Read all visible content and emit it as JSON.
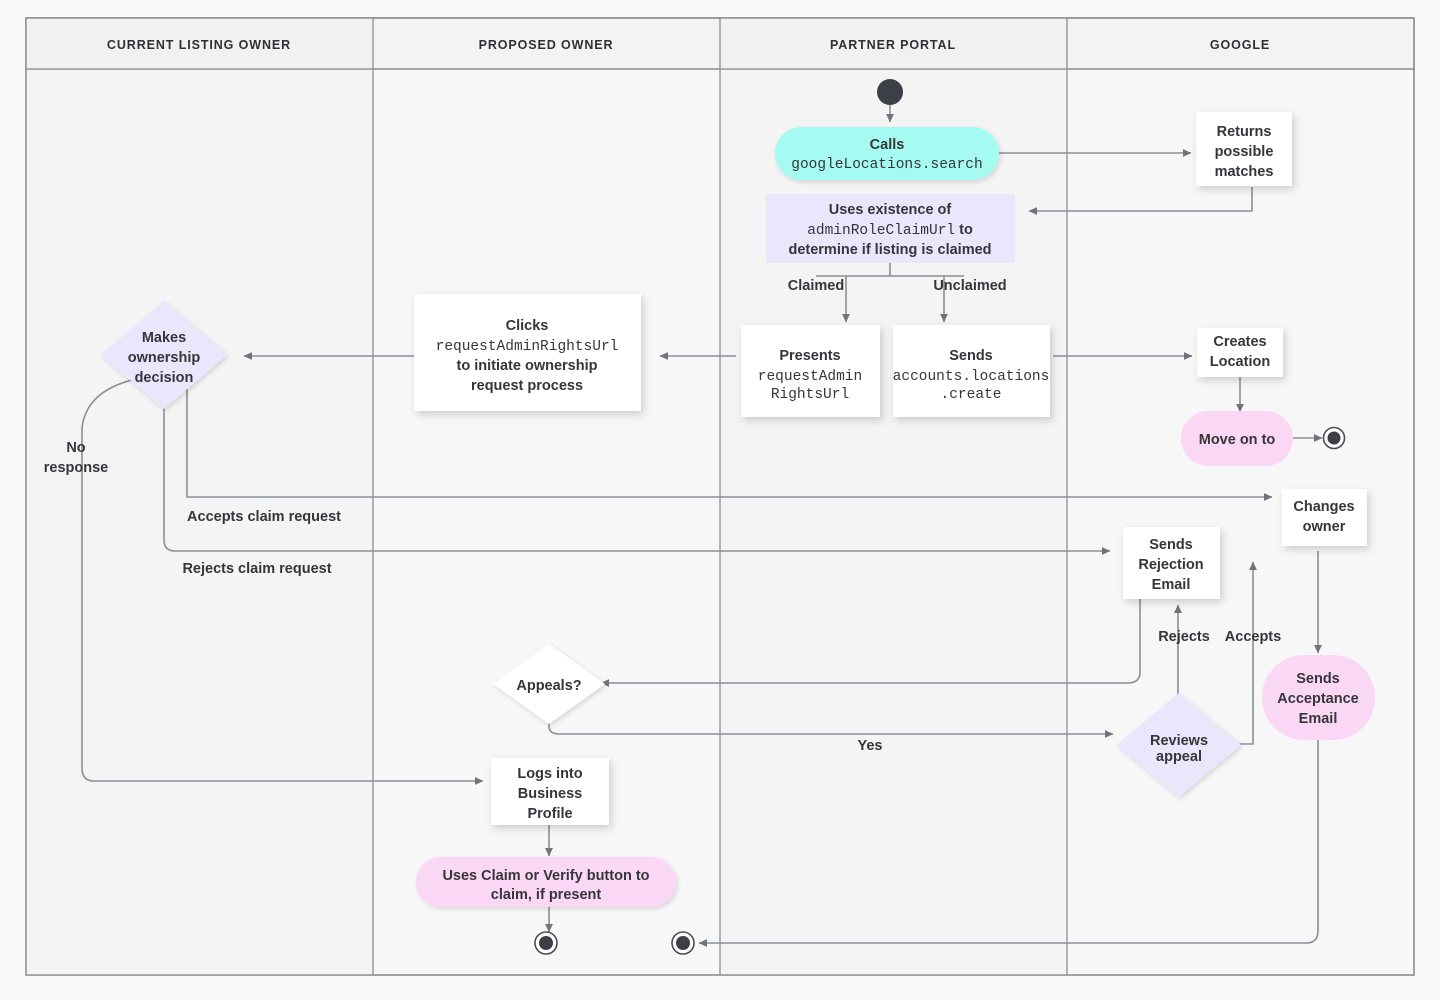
{
  "diagram": {
    "title": "Google Business Profile listing ownership transfer flow",
    "type": "swimlane-flowchart",
    "colors": {
      "page_background": "#fafafa",
      "lane_fill_odd": "#f5f5f5",
      "lane_fill_even": "#f8f8f8",
      "lane_border": "#8e8e8e",
      "header_fill": "#f3f3f3",
      "line": "#8a8f98",
      "text": "#35363a",
      "node_white": "#ffffff",
      "node_cyan": "#a5fbf2",
      "node_lavender": "#eae6fb",
      "node_pink": "#fbd7f6"
    }
  },
  "lanes": [
    {
      "id": "current-listing-owner",
      "label": "CURRENT LISTING OWNER"
    },
    {
      "id": "proposed-owner",
      "label": "PROPOSED OWNER"
    },
    {
      "id": "partner-portal",
      "label": "PARTNER PORTAL"
    },
    {
      "id": "google",
      "label": "GOOGLE"
    }
  ],
  "nodes": [
    {
      "id": "start",
      "name": "start-node",
      "shape": "start-dot",
      "lane": "partner-portal",
      "lines": []
    },
    {
      "id": "calls-search",
      "name": "calls-google-locations-search",
      "shape": "pill",
      "fill": "#a5fbf2",
      "lane": "partner-portal",
      "lines": [
        {
          "t": "Calls",
          "mono": false
        },
        {
          "t": "googleLocations.search",
          "mono": true
        }
      ]
    },
    {
      "id": "returns-matches",
      "name": "returns-possible-matches",
      "shape": "rect",
      "fill": "#ffffff",
      "lane": "google",
      "lines": [
        {
          "t": "Returns",
          "mono": false
        },
        {
          "t": "possible",
          "mono": false
        },
        {
          "t": "matches",
          "mono": false
        }
      ]
    },
    {
      "id": "uses-existence",
      "name": "uses-existence-of-admin-role-claim-url",
      "shape": "rect",
      "fill": "#eae6fb",
      "lane": "partner-portal",
      "lines": [
        {
          "t": "Uses existence of",
          "mono": false
        },
        {
          "t": "adminRoleClaimUrl to",
          "mono": "mixed"
        },
        {
          "t": "determine if listing is claimed",
          "mono": false
        }
      ]
    },
    {
      "id": "presents-url",
      "name": "presents-request-admin-rights-url",
      "shape": "rect",
      "fill": "#ffffff",
      "lane": "partner-portal",
      "lines": [
        {
          "t": "Presents",
          "mono": false
        },
        {
          "t": "requestAdmin",
          "mono": true
        },
        {
          "t": "RightsUrl",
          "mono": true
        }
      ]
    },
    {
      "id": "sends-create",
      "name": "sends-accounts-locations-create",
      "shape": "rect",
      "fill": "#ffffff",
      "lane": "partner-portal",
      "lines": [
        {
          "t": "Sends",
          "mono": false
        },
        {
          "t": "accounts.locations",
          "mono": true
        },
        {
          "t": ".create",
          "mono": true
        }
      ]
    },
    {
      "id": "creates-location",
      "name": "creates-location",
      "shape": "rect",
      "fill": "#ffffff",
      "lane": "google",
      "lines": [
        {
          "t": "Creates",
          "mono": false
        },
        {
          "t": "Location",
          "mono": false
        }
      ]
    },
    {
      "id": "move-on-to",
      "name": "move-on-to",
      "shape": "pill",
      "fill": "#fbd7f6",
      "lane": "google",
      "lines": [
        {
          "t": "Move on to",
          "mono": false
        }
      ]
    },
    {
      "id": "end-google",
      "name": "end-node-google",
      "shape": "end-dot",
      "lane": "google",
      "lines": []
    },
    {
      "id": "clicks-url",
      "name": "clicks-request-admin-rights-url",
      "shape": "rect",
      "fill": "#ffffff",
      "lane": "proposed-owner",
      "lines": [
        {
          "t": "Clicks",
          "mono": false
        },
        {
          "t": "requestAdminRightsUrl",
          "mono": true
        },
        {
          "t": "to initiate ownership",
          "mono": false
        },
        {
          "t": "request process",
          "mono": false
        }
      ]
    },
    {
      "id": "makes-decision",
      "name": "makes-ownership-decision",
      "shape": "diamond",
      "fill": "#eae6fb",
      "lane": "current-listing-owner",
      "lines": [
        {
          "t": "Makes",
          "mono": false
        },
        {
          "t": "ownership",
          "mono": false
        },
        {
          "t": "decision",
          "mono": false
        }
      ]
    },
    {
      "id": "changes-owner",
      "name": "changes-owner",
      "shape": "rect",
      "fill": "#ffffff",
      "lane": "google",
      "lines": [
        {
          "t": "Changes",
          "mono": false
        },
        {
          "t": "owner",
          "mono": false
        }
      ]
    },
    {
      "id": "sends-rejection",
      "name": "sends-rejection-email",
      "shape": "rect",
      "fill": "#ffffff",
      "lane": "google",
      "lines": [
        {
          "t": "Sends",
          "mono": false
        },
        {
          "t": "Rejection",
          "mono": false
        },
        {
          "t": "Email",
          "mono": false
        }
      ]
    },
    {
      "id": "sends-acceptance",
      "name": "sends-acceptance-email",
      "shape": "pill",
      "fill": "#fbd7f6",
      "lane": "google",
      "lines": [
        {
          "t": "Sends",
          "mono": false
        },
        {
          "t": "Acceptance",
          "mono": false
        },
        {
          "t": "Email",
          "mono": false
        }
      ]
    },
    {
      "id": "appeals",
      "name": "appeals-decision",
      "shape": "diamond",
      "fill": "#ffffff",
      "lane": "proposed-owner",
      "lines": [
        {
          "t": "Appeals?",
          "mono": false
        }
      ]
    },
    {
      "id": "reviews-appeal",
      "name": "reviews-appeal",
      "shape": "diamond",
      "fill": "#eae6fb",
      "lane": "google",
      "lines": [
        {
          "t": "Reviews",
          "mono": false
        },
        {
          "t": "appeal",
          "mono": false
        }
      ]
    },
    {
      "id": "logs-into",
      "name": "logs-into-business-profile",
      "shape": "rect",
      "fill": "#ffffff",
      "lane": "proposed-owner",
      "lines": [
        {
          "t": "Logs into",
          "mono": false
        },
        {
          "t": "Business",
          "mono": false
        },
        {
          "t": "Profile",
          "mono": false
        }
      ]
    },
    {
      "id": "uses-claim",
      "name": "uses-claim-or-verify-button",
      "shape": "pill",
      "fill": "#fbd7f6",
      "lane": "proposed-owner",
      "lines": [
        {
          "t": "Uses Claim or Verify button to",
          "mono": false
        },
        {
          "t": "claim, if present",
          "mono": false
        }
      ]
    },
    {
      "id": "end-proposed",
      "name": "end-node-proposed-owner",
      "shape": "end-dot",
      "lane": "proposed-owner",
      "lines": []
    },
    {
      "id": "end-partner",
      "name": "end-node-partner-portal",
      "shape": "end-dot",
      "lane": "partner-portal",
      "lines": []
    }
  ],
  "edge_labels": [
    {
      "id": "claimed",
      "name": "edge-label-claimed",
      "text": "Claimed"
    },
    {
      "id": "unclaimed",
      "name": "edge-label-unclaimed",
      "text": "Unclaimed"
    },
    {
      "id": "noresp1",
      "name": "edge-label-no-response-line1",
      "text": "No"
    },
    {
      "id": "noresp2",
      "name": "edge-label-no-response-line2",
      "text": "response"
    },
    {
      "id": "accepts-claim",
      "name": "edge-label-accepts-claim-request",
      "text": "Accepts claim request"
    },
    {
      "id": "rejects-claim",
      "name": "edge-label-rejects-claim-request",
      "text": "Rejects claim request"
    },
    {
      "id": "rejects",
      "name": "edge-label-rejects",
      "text": "Rejects"
    },
    {
      "id": "accepts",
      "name": "edge-label-accepts",
      "text": "Accepts"
    },
    {
      "id": "yes",
      "name": "edge-label-yes",
      "text": "Yes"
    }
  ]
}
